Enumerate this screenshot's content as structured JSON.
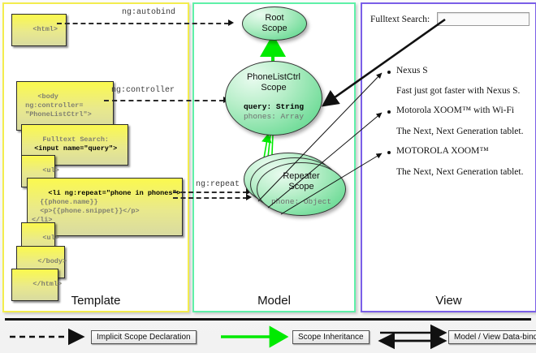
{
  "columns": [
    {
      "key": "template",
      "label": "Template",
      "border": "#f3ed4e"
    },
    {
      "key": "model",
      "label": "Model",
      "border": "#5ff0a8"
    },
    {
      "key": "view",
      "label": "View",
      "border": "#7b5fe8"
    }
  ],
  "template": {
    "boxes": [
      {
        "name": "html-open",
        "text": "<html>"
      },
      {
        "name": "body-open",
        "line1": "<body",
        "line2": " ng:controller=",
        "line3": " \"PhoneListCtrl\">"
      },
      {
        "name": "fulltext-search",
        "line1": "Fulltext Search:",
        "line2": "  <input name=\"query\">"
      },
      {
        "name": "ul-open",
        "text": "<ul>"
      },
      {
        "name": "li-repeat",
        "line1": "<li ng:repeat=\"phone in phones\">",
        "line2": "  {{phone.name}}",
        "line3": "  <p>{{phone.snippet}}</p>",
        "line4": "</li>"
      },
      {
        "name": "ul-close",
        "text": "<ul>"
      },
      {
        "name": "body-close",
        "text": "</body>"
      },
      {
        "name": "html-close",
        "text": "</html>"
      }
    ]
  },
  "connections": [
    {
      "name": "ng-autobind",
      "label": "ng:autobind"
    },
    {
      "name": "ng-controller",
      "label": "ng:controller"
    },
    {
      "name": "ng-repeat",
      "label": "ng:repeat"
    }
  ],
  "model": {
    "root_scope": {
      "line1": "Root",
      "line2": "Scope"
    },
    "phonelist_scope": {
      "line1": "PhoneListCtrl",
      "line2": "Scope",
      "prop1": "query: String",
      "prop2": "phones: Array"
    },
    "repeater_scope": {
      "line1": "Repeater",
      "line2": "Scope",
      "prop1": "phone: Object"
    }
  },
  "view": {
    "search_label": "Fulltext Search:",
    "search_value": "",
    "items": [
      {
        "title": "Nexus S",
        "snippet": "Fast just got faster with Nexus S."
      },
      {
        "title": "Motorola XOOM™  with Wi-Fi",
        "snippet": "The Next, Next Generation tablet."
      },
      {
        "title": "MOTOROLA XOOM™",
        "snippet": "The Next, Next Generation tablet."
      }
    ]
  },
  "legend": [
    {
      "name": "implicit-scope-declaration",
      "label": "Implicit Scope Declaration",
      "style": "dashed",
      "color": "#111111"
    },
    {
      "name": "scope-inheritance",
      "label": "Scope Inheritance",
      "style": "solid",
      "color": "#00ea00"
    },
    {
      "name": "model-view-data-binding",
      "label": "Model / View Data-binding",
      "style": "double",
      "color": "#111111"
    }
  ]
}
